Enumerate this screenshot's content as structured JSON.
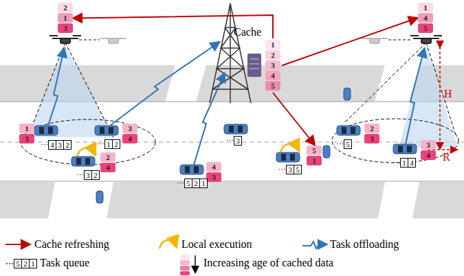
{
  "diagram": {
    "nodes": [
      {
        "text": [
          "2",
          "1",
          "3"
        ]
      },
      {
        "text": [
          "Cache",
          "1",
          "2",
          "3",
          "4",
          "5"
        ]
      },
      {
        "text": [
          "1",
          "4",
          "5"
        ]
      },
      {
        "text": [
          "1",
          "3"
        ]
      },
      {
        "text": [
          "⋯",
          "4",
          "3",
          "2"
        ]
      },
      {
        "text": [
          "⋯",
          "1",
          "2"
        ]
      },
      {
        "text": [
          "3",
          "4"
        ]
      },
      {
        "text": [
          "⋯",
          "3",
          "2"
        ]
      },
      {
        "text": [
          "2",
          "4"
        ]
      },
      {
        "text": [
          "4",
          "3"
        ]
      },
      {
        "text": [
          "⋯",
          "5",
          "2",
          "1"
        ]
      },
      {
        "text": [
          "⋯",
          "3"
        ]
      },
      {
        "text": [
          "5",
          "1"
        ]
      },
      {
        "text": [
          "⋯",
          "3",
          "5"
        ]
      },
      {
        "text": [
          "⋯",
          "5"
        ]
      },
      {
        "text": [
          "2",
          "3"
        ]
      },
      {
        "text": [
          "⋯",
          "1",
          "4"
        ]
      },
      {
        "text": [
          "3",
          "4"
        ]
      }
    ],
    "edges": [
      {
        "from": 1,
        "to": 0,
        "arrow": "to"
      },
      {
        "from": 1,
        "to": 2,
        "arrow": "to"
      },
      {
        "from": 1,
        "to": 12,
        "arrow": "to"
      }
    ],
    "labels": [
      "H",
      "R",
      "⋯",
      "5",
      "2",
      "1"
    ],
    "legend": [
      {
        "text": "Cache refreshing"
      },
      {
        "text": "Local execution"
      },
      {
        "text": "Task offloading"
      },
      {
        "text": "Task queue"
      },
      {
        "text": "Increasing age of cached data"
      }
    ]
  }
}
